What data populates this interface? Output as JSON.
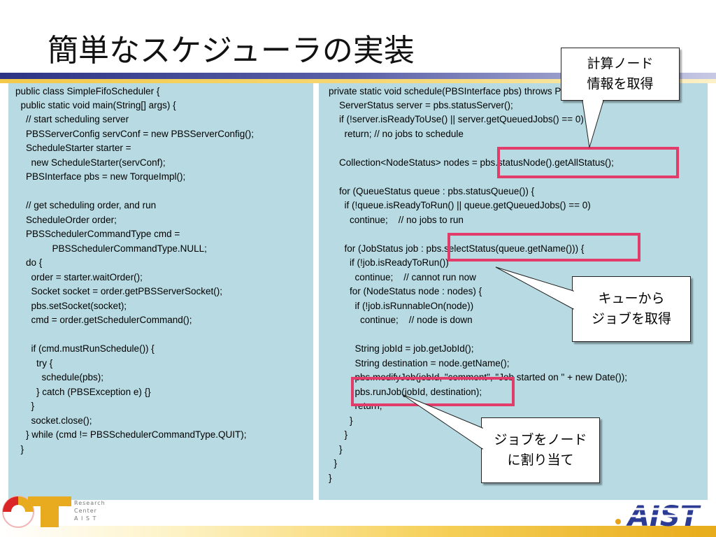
{
  "slide": {
    "title": "簡単なスケジューラの実装"
  },
  "left_code": [
    "public class SimpleFifoScheduler {",
    "  public static void main(String[] args) {",
    "    // start scheduling server",
    "    PBSServerConfig servConf = new PBSServerConfig();",
    "    ScheduleStarter starter =",
    "      new ScheduleStarter(servConf);",
    "    PBSInterface pbs = new TorqueImpl();",
    "",
    "    // get scheduling order, and run",
    "    ScheduleOrder order;",
    "    PBSSchedulerCommandType cmd =",
    "              PBSSchedulerCommandType.NULL;",
    "    do {",
    "      order = starter.waitOrder();",
    "      Socket socket = order.getPBSServerSocket();",
    "      pbs.setSocket(socket);",
    "      cmd = order.getSchedulerCommand();",
    "",
    "      if (cmd.mustRunSchedule()) {",
    "        try {",
    "          schedule(pbs);",
    "        } catch (PBSException e) {}",
    "      }",
    "      socket.close();",
    "    } while (cmd != PBSSchedulerCommandType.QUIT);",
    "  }"
  ],
  "right_code": [
    "private static void schedule(PBSInterface pbs) throws PBSException {",
    "    ServerStatus server = pbs.statusServer();",
    "    if (!server.isReadyToUse() || server.getQueuedJobs() == 0)",
    "      return; // no jobs to schedule",
    "",
    "    Collection<NodeStatus> nodes = pbs.statusNode().getAllStatus();",
    "",
    "    for (QueueStatus queue : pbs.statusQueue()) {",
    "      if (!queue.isReadyToRun() || queue.getQueuedJobs() == 0)",
    "        continue;    // no jobs to run",
    "",
    "      for (JobStatus job : pbs.selectStatus(queue.getName())) {",
    "        if (!job.isReadyToRun())",
    "          continue;    // cannot run now",
    "        for (NodeStatus node : nodes) {",
    "          if (!job.isRunnableOn(node))",
    "            continue;    // node is down",
    "",
    "          String jobId = job.getJobId();",
    "          String destination = node.getName();",
    "          pbs.modifyJob(jobId, \"comment\", \"Job started on \" + new Date());",
    "          pbs.runJob(jobId, destination);",
    "          return;",
    "        }",
    "      }",
    "    }",
    "  }",
    "}"
  ],
  "callouts": {
    "node_info": [
      "計算ノード",
      "情報を取得"
    ],
    "queue_jobs": [
      "キューから",
      "ジョブを取得"
    ],
    "assign": [
      "ジョブをノード",
      "に割り当て"
    ]
  },
  "logos": {
    "rc_lines": [
      "Research",
      "Center",
      "A I S T"
    ],
    "aist_text": "AIST"
  },
  "colors": {
    "panel": "#b8dbe3",
    "highlight": "#e23d6a",
    "top_band": "#2d3484",
    "accent_yellow": "#f3c94a",
    "aist_blue": "#2c3b94"
  }
}
